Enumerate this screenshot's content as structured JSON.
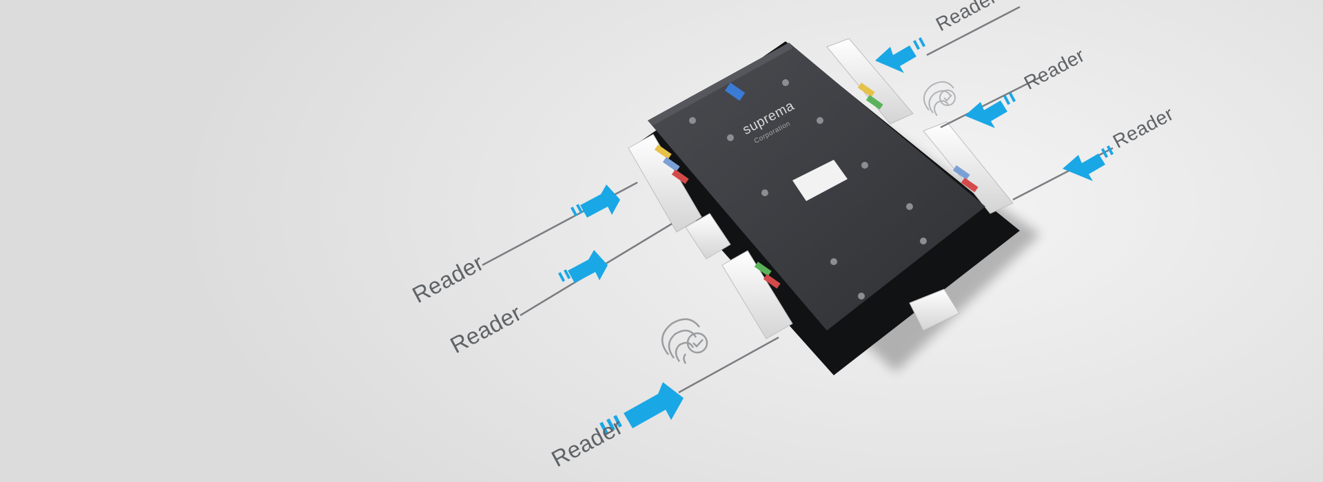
{
  "brand": {
    "name": "suprema",
    "subtitle": "Corporation"
  },
  "readers": [
    {
      "label": "Reader"
    },
    {
      "label": "Reader"
    },
    {
      "label": "Reader"
    },
    {
      "label": "Reader"
    },
    {
      "label": "Reader"
    },
    {
      "label": "Reader"
    }
  ],
  "colors": {
    "arrow": "#1aa7e6",
    "board": "#3d3f44",
    "wire": "#7a7c80",
    "label": "#5f6266"
  }
}
